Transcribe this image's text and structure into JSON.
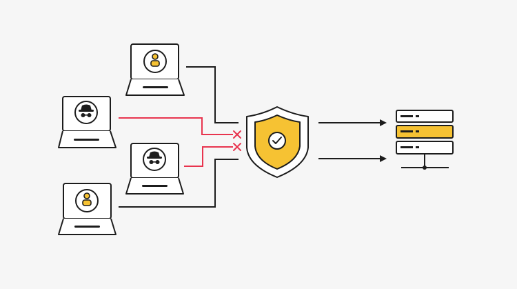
{
  "diagram": {
    "nodes": [
      {
        "id": "laptop-user-top",
        "kind": "laptop",
        "role": "user",
        "icon": "user-icon"
      },
      {
        "id": "laptop-hacker-left",
        "kind": "laptop",
        "role": "attacker",
        "icon": "spy-icon"
      },
      {
        "id": "laptop-hacker-middle",
        "kind": "laptop",
        "role": "attacker",
        "icon": "spy-icon"
      },
      {
        "id": "laptop-user-bottom",
        "kind": "laptop",
        "role": "user",
        "icon": "user-icon"
      },
      {
        "id": "shield",
        "kind": "shield",
        "icon": "check-icon"
      },
      {
        "id": "server",
        "kind": "server-stack",
        "units": 3,
        "highlighted_unit": 2
      }
    ],
    "connections": [
      {
        "from": "laptop-user-top",
        "to": "shield",
        "status": "allowed"
      },
      {
        "from": "laptop-hacker-left",
        "to": "shield",
        "status": "blocked",
        "marker": "cross-icon"
      },
      {
        "from": "laptop-hacker-middle",
        "to": "shield",
        "status": "blocked",
        "marker": "cross-icon"
      },
      {
        "from": "laptop-user-bottom",
        "to": "shield",
        "status": "allowed"
      },
      {
        "from": "shield",
        "to": "server",
        "status": "allowed",
        "marker": "arrow"
      },
      {
        "from": "shield",
        "to": "server",
        "status": "allowed",
        "marker": "arrow"
      }
    ]
  },
  "colors": {
    "background": "#f6f6f6",
    "stroke": "#1c1c1c",
    "accent_yellow": "#f6c233",
    "blocked_red": "#e8344e",
    "screen_fill": "#ffffff"
  }
}
